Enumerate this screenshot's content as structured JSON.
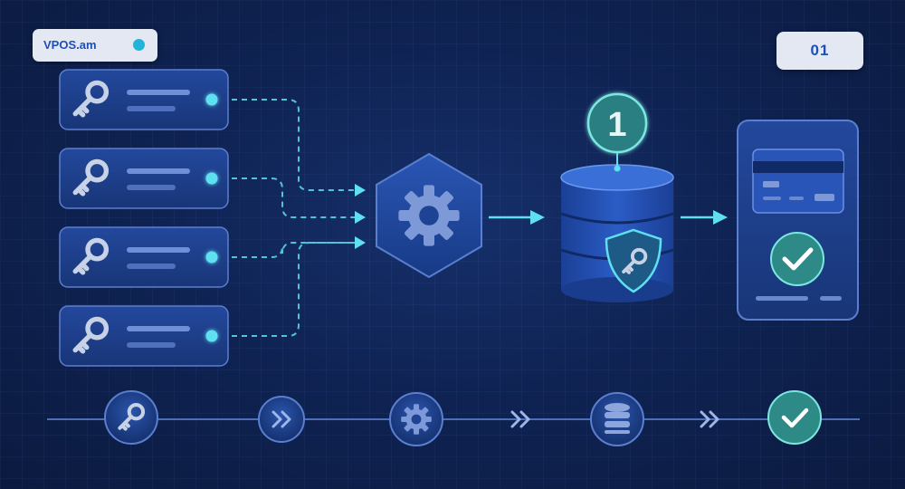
{
  "brand": {
    "name": "VPOS.am"
  },
  "step": {
    "number": "01"
  },
  "key_cards": [
    {
      "icon": "key-icon"
    },
    {
      "icon": "key-icon"
    },
    {
      "icon": "key-icon"
    },
    {
      "icon": "key-icon"
    }
  ],
  "processor": {
    "icon": "gear-icon"
  },
  "database": {
    "icon": "database-icon",
    "badge": "1",
    "shield_icon": "shield-key-icon"
  },
  "result_card": {
    "card_icon": "credit-card-icon",
    "status_icon": "check-icon"
  },
  "timeline": [
    {
      "icon": "key-icon"
    },
    {
      "icon": "double-chevron-icon"
    },
    {
      "icon": "gear-icon"
    },
    {
      "icon": "database-icon"
    },
    {
      "icon": "check-icon"
    }
  ],
  "colors": {
    "background": "#0f2353",
    "card": "#1d3f8e",
    "accent_cyan": "#5ee0f0",
    "key_gray": "#c8d2e6",
    "check_green": "#2e8a86",
    "badge_light": "#e4e8f2",
    "brand_blue": "#1d4fb8"
  }
}
